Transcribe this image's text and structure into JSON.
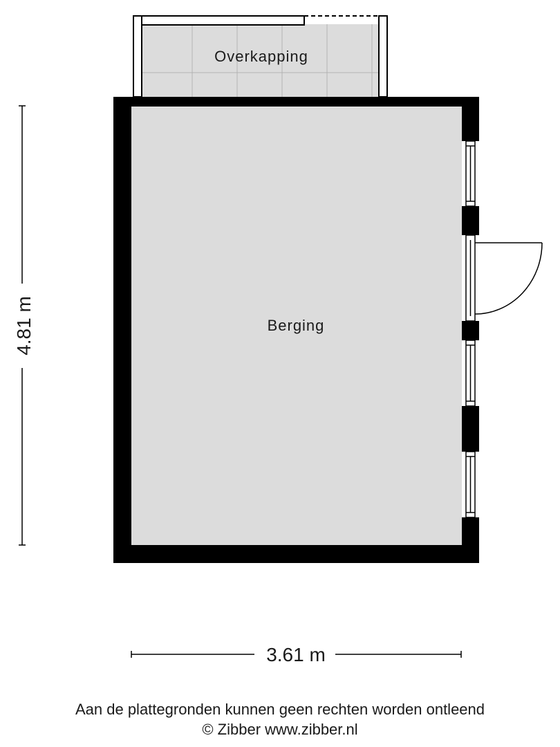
{
  "rooms": {
    "overkapping": "Overkapping",
    "berging": "Berging"
  },
  "dimensions": {
    "height": "4.81 m",
    "width": "3.61 m"
  },
  "footer": {
    "disclaimer": "Aan de plattegronden kunnen geen rechten worden ontleend",
    "copyright": "© Zibber www.zibber.nl"
  },
  "colors": {
    "wall": "#000000",
    "floor": "#dcdcdc",
    "tile_line": "#b3b3b3"
  }
}
